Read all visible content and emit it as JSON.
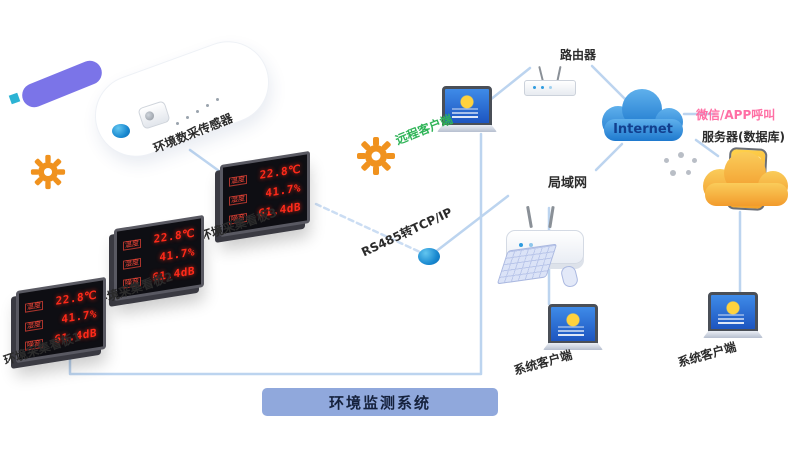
{
  "diagram": {
    "title": "环境监测系统",
    "sensor_label": "环境数采传感器",
    "protocol_label": "RS485转TCP/IP",
    "boards": [
      {
        "name": "环境采集看板1",
        "rows": [
          {
            "label": "温度",
            "value": "22.8℃"
          },
          {
            "label": "湿度",
            "value": "41.7%"
          },
          {
            "label": "噪音",
            "value": "61.4dB"
          }
        ]
      },
      {
        "name": "环境采集看板2",
        "rows": [
          {
            "label": "温度",
            "value": "22.8℃"
          },
          {
            "label": "湿度",
            "value": "41.7%"
          },
          {
            "label": "噪音",
            "value": "61.4dB"
          }
        ]
      },
      {
        "name": "环境采集看板3",
        "rows": [
          {
            "label": "温度",
            "value": "22.8℃"
          },
          {
            "label": "湿度",
            "value": "41.7%"
          },
          {
            "label": "噪音",
            "value": "61.4dB"
          }
        ]
      }
    ],
    "nodes": {
      "remote_client": "远程客户端",
      "router": "路由器",
      "lan": "局域网",
      "internet": "Internet",
      "wechat": "微信/APP呼叫",
      "server": "服务器(数据库)",
      "client_mid": "系统客户端",
      "client_right": "系统客户端"
    },
    "colors": {
      "line": "#bcd4ef",
      "gear_orange": "#f0921e",
      "cloud_blue": "#2f86d6",
      "cloud_orange": "#f6a93b",
      "led_red": "#ff2a1a",
      "title_bg": "#90a8dc",
      "remote_green": "#2fb457",
      "wechat_pink": "#ff6fa5"
    }
  }
}
